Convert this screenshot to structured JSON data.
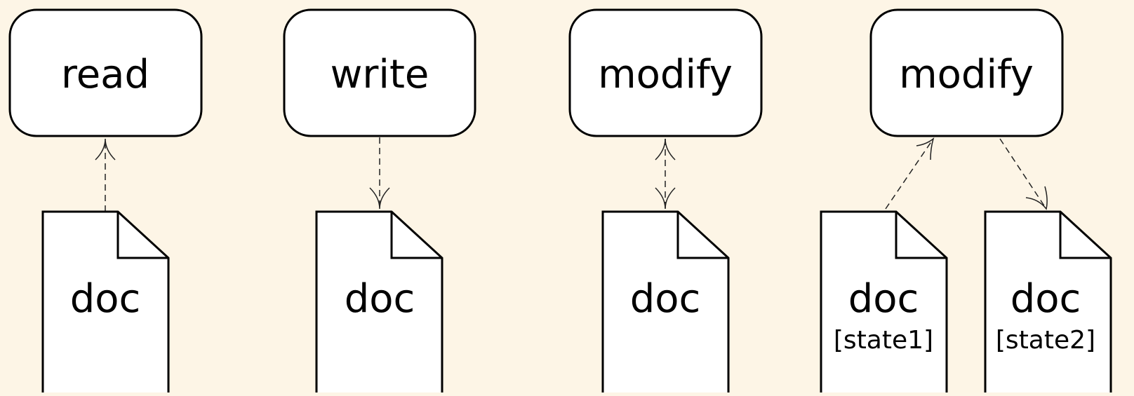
{
  "background_color": "#fdf5e6",
  "actions": [
    {
      "label": "read"
    },
    {
      "label": "write"
    },
    {
      "label": "modify"
    },
    {
      "label": "modify"
    }
  ],
  "documents": [
    {
      "label": "doc",
      "state": ""
    },
    {
      "label": "doc",
      "state": ""
    },
    {
      "label": "doc",
      "state": ""
    },
    {
      "label": "doc",
      "state": "[state1]"
    },
    {
      "label": "doc",
      "state": "[state2]"
    }
  ],
  "flows": [
    {
      "from": "doc-1",
      "to": "action-1",
      "direction": "doc-to-action"
    },
    {
      "from": "action-2",
      "to": "doc-2",
      "direction": "action-to-doc"
    },
    {
      "from": "doc-3",
      "to": "action-3",
      "direction": "bidirectional"
    },
    {
      "from": "doc-4",
      "to": "action-4",
      "direction": "doc-to-action"
    },
    {
      "from": "action-4",
      "to": "doc-5",
      "direction": "action-to-doc"
    }
  ]
}
